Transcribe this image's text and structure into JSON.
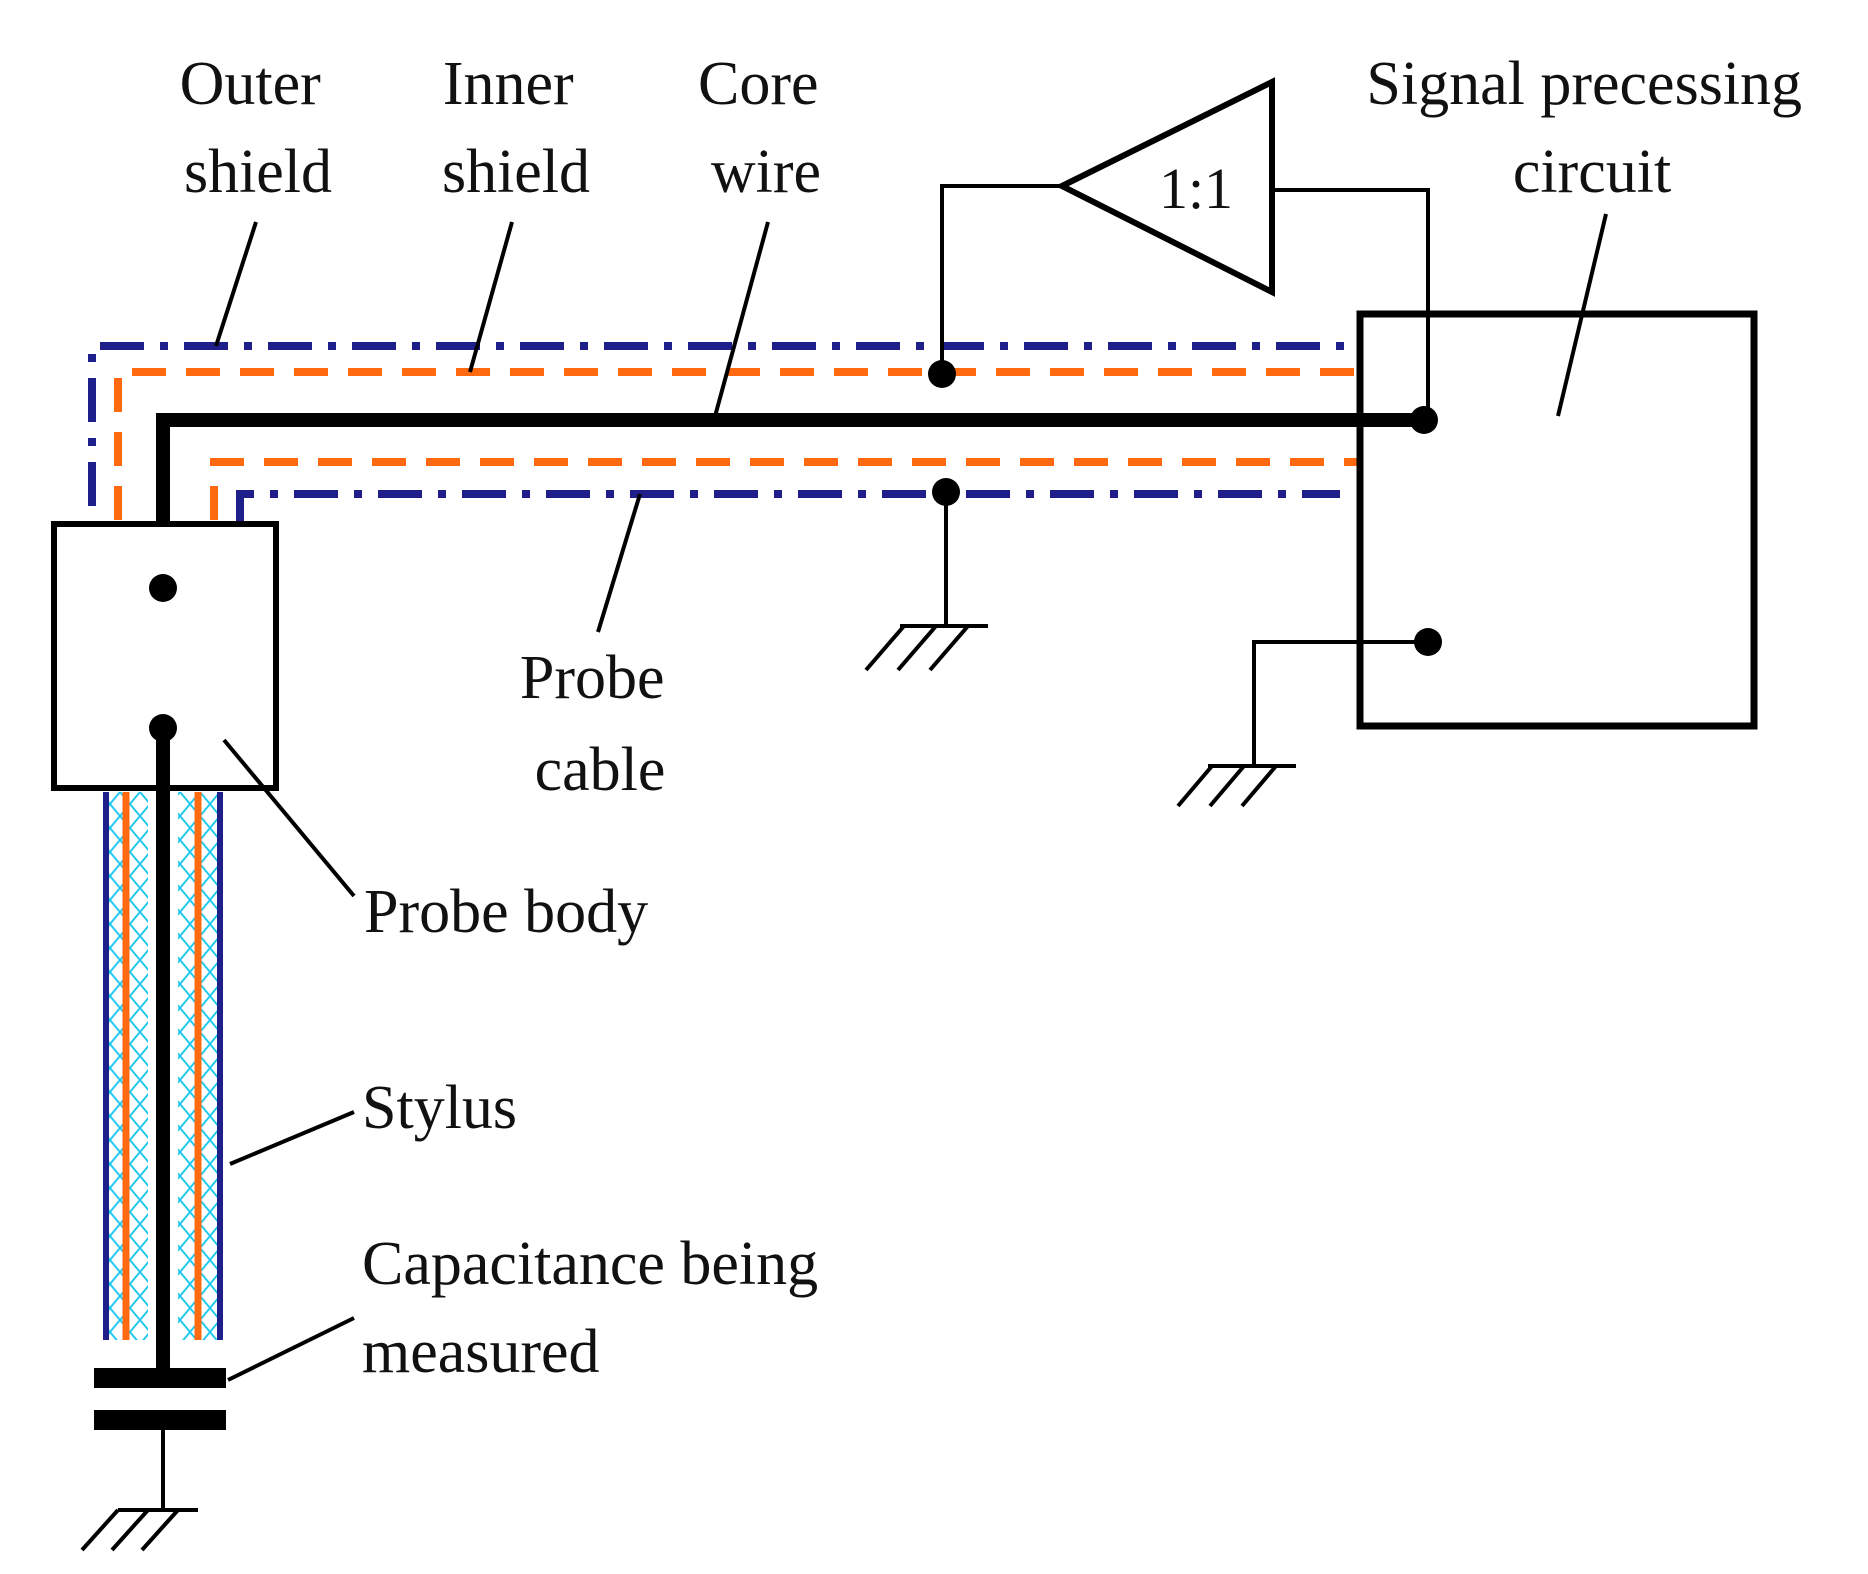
{
  "labels": {
    "outer_shield": [
      "Outer",
      "shield"
    ],
    "inner_shield": [
      "Inner",
      "shield"
    ],
    "core_wire": [
      "Core",
      "wire"
    ],
    "signal_circuit": [
      "Signal precessing",
      "circuit"
    ],
    "probe_cable": [
      "Probe",
      "cable"
    ],
    "probe_body": "Probe body",
    "stylus": "Stylus",
    "capacitance": [
      "Capacitance being",
      "measured"
    ],
    "buffer_ratio": "1:1"
  },
  "colors": {
    "outer_shield": "#1f1f8c",
    "inner_shield": "#ff6a10",
    "stylus_mesh": "#22c8ee",
    "conductor": "#000000"
  }
}
